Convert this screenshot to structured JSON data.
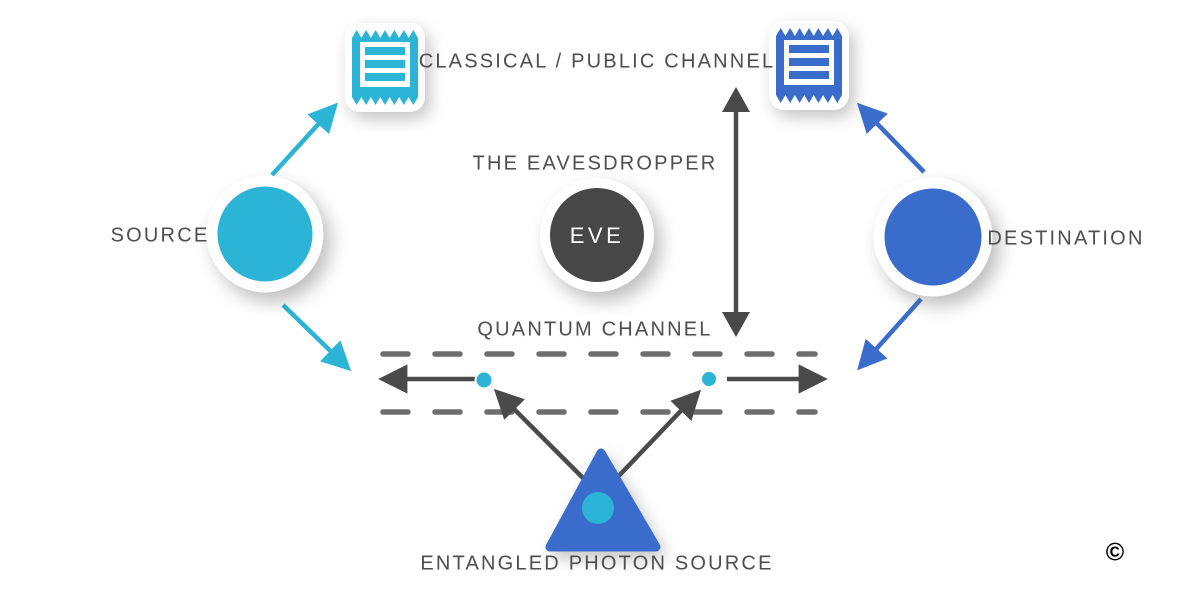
{
  "diagram": {
    "type": "quantum-key-distribution-diagram",
    "labels": {
      "classical_channel": "CLASSICAL / PUBLIC CHANNEL",
      "eavesdropper_title": "THE EAVESDROPPER",
      "eve": "EVE",
      "source": "SOURCE",
      "destination": "DESTINATION",
      "quantum_channel": "QUANTUM CHANNEL",
      "entangled_photon_source": "ENTANGLED PHOTON SOURCE",
      "copyright_mark": "©"
    },
    "icons": {
      "classical_message_left": "receipt-icon",
      "classical_message_right": "receipt-icon",
      "source_node": "circle-node",
      "destination_node": "circle-node",
      "eve_node": "circle-node",
      "entangled_source": "triangle-prism-icon",
      "photon_left": "photon-dot",
      "photon_right": "photon-dot"
    },
    "colors": {
      "cyan": "#2CB4D6",
      "blue": "#3A6DCB",
      "dark": "#4A4A4A",
      "eve_fill": "#474747",
      "dash": "#6E6E6E",
      "label": "#4F4F4F",
      "background": "#FFFFFF",
      "eve_text": "#FFFFFF"
    }
  }
}
